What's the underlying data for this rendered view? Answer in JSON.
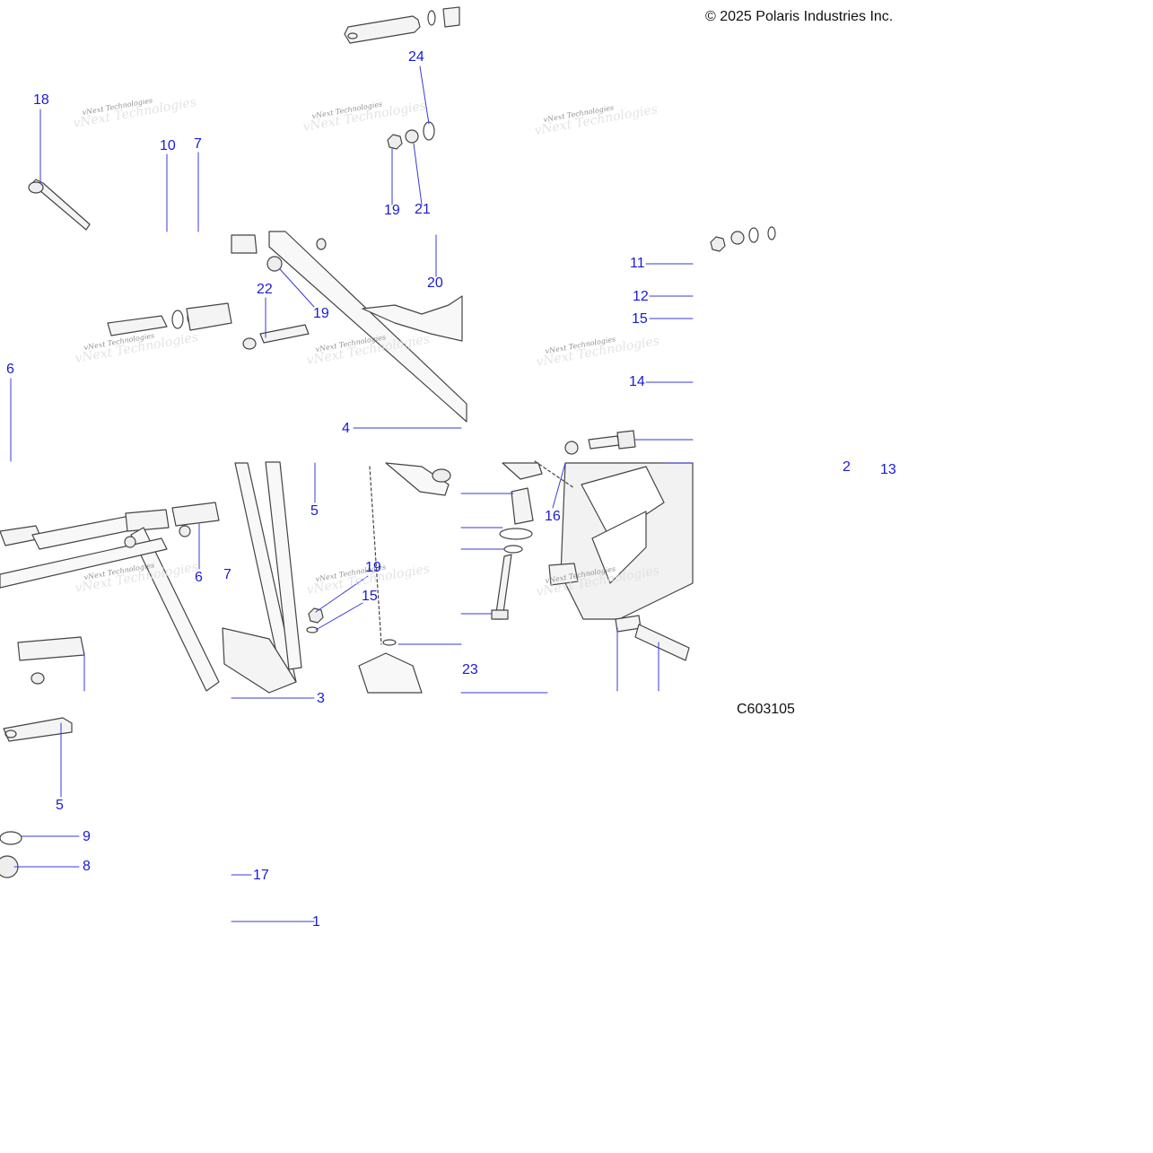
{
  "copyright": "© 2025 Polaris Industries Inc.",
  "figure_id": "C603105",
  "watermark": "vNext Technologies",
  "watermark_sub": "vNext Technologies",
  "callouts": [
    {
      "id": "c24",
      "text": "24"
    },
    {
      "id": "c18",
      "text": "18"
    },
    {
      "id": "c10",
      "text": "10"
    },
    {
      "id": "c7a",
      "text": "7"
    },
    {
      "id": "c19a",
      "text": "19"
    },
    {
      "id": "c21",
      "text": "21"
    },
    {
      "id": "c22",
      "text": "22"
    },
    {
      "id": "c19b",
      "text": "19"
    },
    {
      "id": "c20",
      "text": "20"
    },
    {
      "id": "c11",
      "text": "11"
    },
    {
      "id": "c12",
      "text": "12"
    },
    {
      "id": "c15a",
      "text": "15"
    },
    {
      "id": "c6a",
      "text": "6"
    },
    {
      "id": "c14",
      "text": "14"
    },
    {
      "id": "c4",
      "text": "4"
    },
    {
      "id": "c2",
      "text": "2"
    },
    {
      "id": "c13",
      "text": "13"
    },
    {
      "id": "c5a",
      "text": "5"
    },
    {
      "id": "c16",
      "text": "16"
    },
    {
      "id": "c6b",
      "text": "6"
    },
    {
      "id": "c7b",
      "text": "7"
    },
    {
      "id": "c19c",
      "text": "19"
    },
    {
      "id": "c15b",
      "text": "15"
    },
    {
      "id": "c23",
      "text": "23"
    },
    {
      "id": "c3",
      "text": "3"
    },
    {
      "id": "c5b",
      "text": "5"
    },
    {
      "id": "c9",
      "text": "9"
    },
    {
      "id": "c8",
      "text": "8"
    },
    {
      "id": "c17",
      "text": "17"
    },
    {
      "id": "c1",
      "text": "1"
    }
  ]
}
